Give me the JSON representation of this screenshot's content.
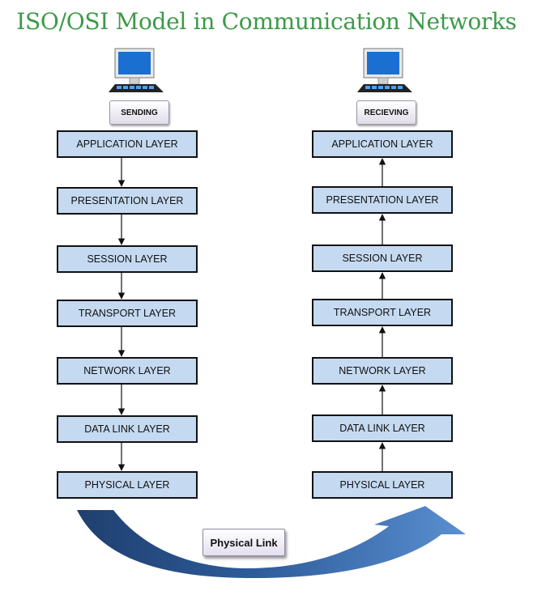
{
  "title": "ISO/OSI Model in Communication Networks",
  "sender": {
    "tag": "SENDING",
    "layers": [
      "APPLICATION LAYER",
      "PRESENTATION LAYER",
      "SESSION LAYER",
      "TRANSPORT LAYER",
      "NETWORK LAYER",
      "DATA LINK LAYER",
      "PHYSICAL LAYER"
    ]
  },
  "receiver": {
    "tag": "RECIEVING",
    "layers": [
      "APPLICATION LAYER",
      "PRESENTATION LAYER",
      "SESSION LAYER",
      "TRANSPORT LAYER",
      "NETWORK LAYER",
      "DATA LINK LAYER",
      "PHYSICAL LAYER"
    ]
  },
  "link_label": "Physical Link",
  "colors": {
    "title": "#3c9a48",
    "layer_fill": "#c5daf1",
    "curve_dark": "#1f3f6e",
    "curve_light": "#5a8fd0",
    "monitor": "#1a6fd1"
  }
}
